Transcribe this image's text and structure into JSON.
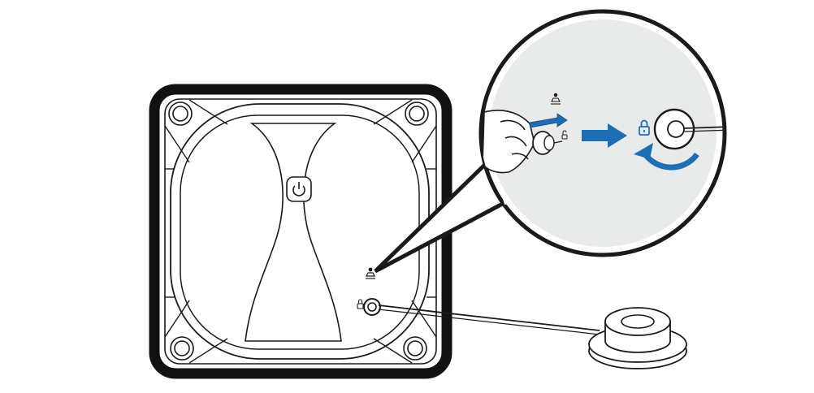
{
  "figure": {
    "callout_steps": [
      {
        "id": "pull-cable",
        "arrow_color": "#1f6db3"
      },
      {
        "id": "proceed",
        "arrow_color": "#1f6db3"
      },
      {
        "id": "lock-rotate",
        "arrow_color": "#1f6db3"
      }
    ],
    "icons": [
      "power-icon",
      "cable-port-icon",
      "lock-icon",
      "unlock-icon"
    ],
    "colors": {
      "outline": "#1a1a1a",
      "callout_fill": "#e9ebeb",
      "accent": "#1f6db3"
    }
  }
}
